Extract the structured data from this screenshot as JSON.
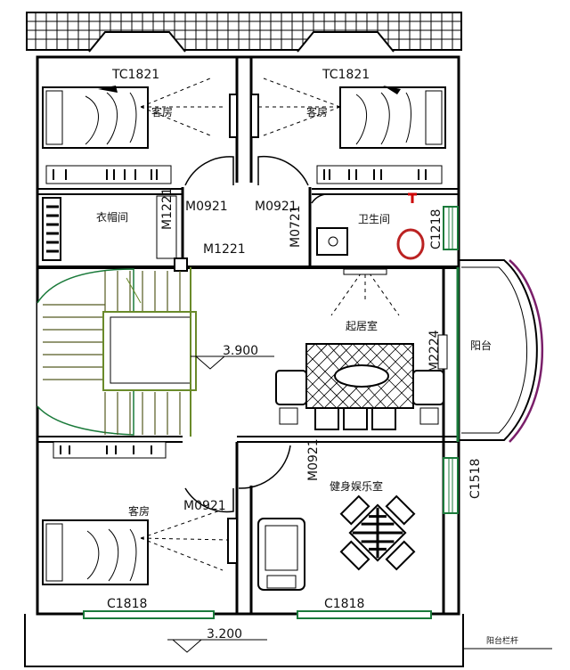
{
  "labels": {
    "tc_left": "TC1821",
    "tc_right": "TC1821",
    "room_guest_left": "客房",
    "room_guest_right": "客房",
    "room_wardrobe": "衣帽间",
    "door_m1221_v": "M1221",
    "door_m0921_a": "M0921",
    "door_m0921_b": "M0921",
    "door_m0721": "M0721",
    "room_bath": "卫生间",
    "window_c1218": "C1218",
    "door_m1221_h": "M1221",
    "room_lounge": "起居室",
    "level_mid": "3.900",
    "door_m2224": "M2224",
    "room_balcony": "阳台",
    "door_m0921_c": "M0921",
    "room_gym": "健身娱乐室",
    "window_c1518": "C1518",
    "room_guest_bottom": "客房",
    "door_m0921_d": "M0921",
    "window_c1818_left": "C1818",
    "window_c1818_right": "C1818",
    "level_bottom": "3.200",
    "note_bottom_right": "阳台栏杆"
  }
}
